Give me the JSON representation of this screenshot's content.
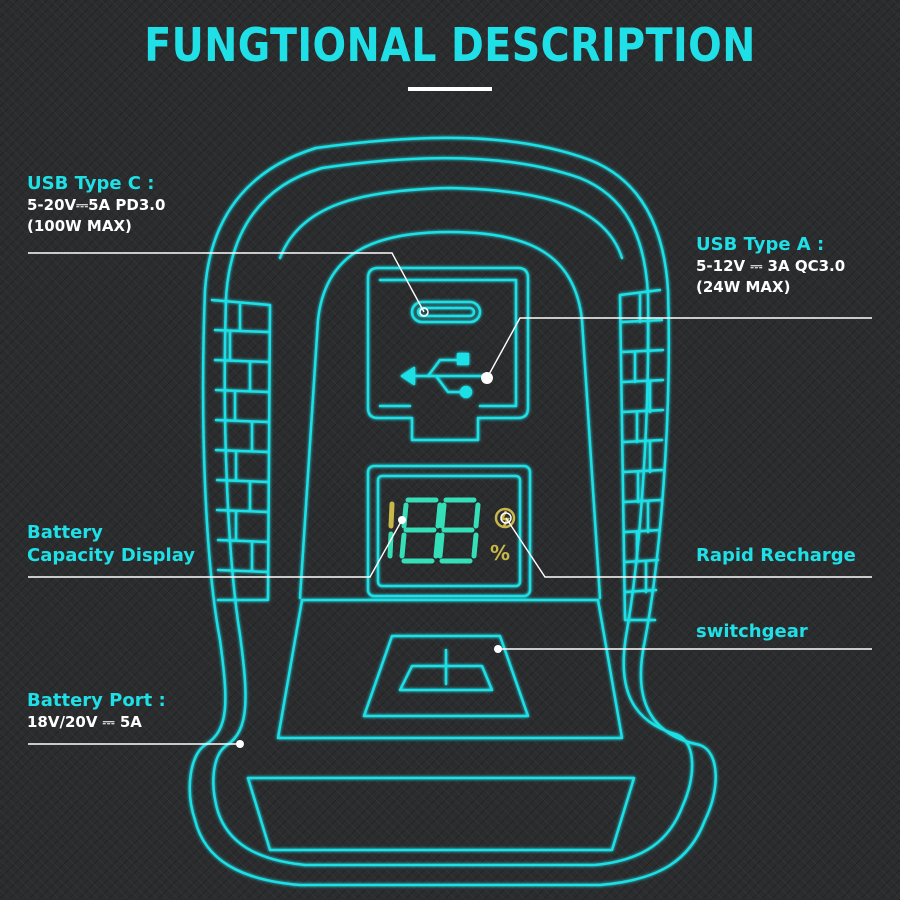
{
  "title": "FUNGTIONAL DESCRIPTION",
  "colors": {
    "accent": "#1fe0e6",
    "text": "#ffffff",
    "display_green": "#35e0b8",
    "display_yellow": "#c8b84a",
    "background": "#2b2c2e"
  },
  "display": {
    "digits": "88",
    "unit": "%"
  },
  "callouts": {
    "usb_c": {
      "heading": "USB Type C :",
      "spec_line1": "5-20V⎓5A PD3.0",
      "spec_line2": "(100W MAX)"
    },
    "usb_a": {
      "heading": "USB Type A :",
      "spec_line1": "5-12V ⎓ 3A QC3.0",
      "spec_line2": "(24W MAX)"
    },
    "battery_display": {
      "heading_line1": "Battery",
      "heading_line2": "Capacity Display"
    },
    "rapid_recharge": {
      "heading": "Rapid Recharge"
    },
    "switchgear": {
      "heading": "switchgear"
    },
    "battery_port": {
      "heading": "Battery Port :",
      "spec_line1": "18V/20V ⎓ 5A"
    }
  },
  "icons": [
    "usb-c-port-icon",
    "usb-trident-icon",
    "power-button-icon",
    "rapid-recharge-icon"
  ]
}
